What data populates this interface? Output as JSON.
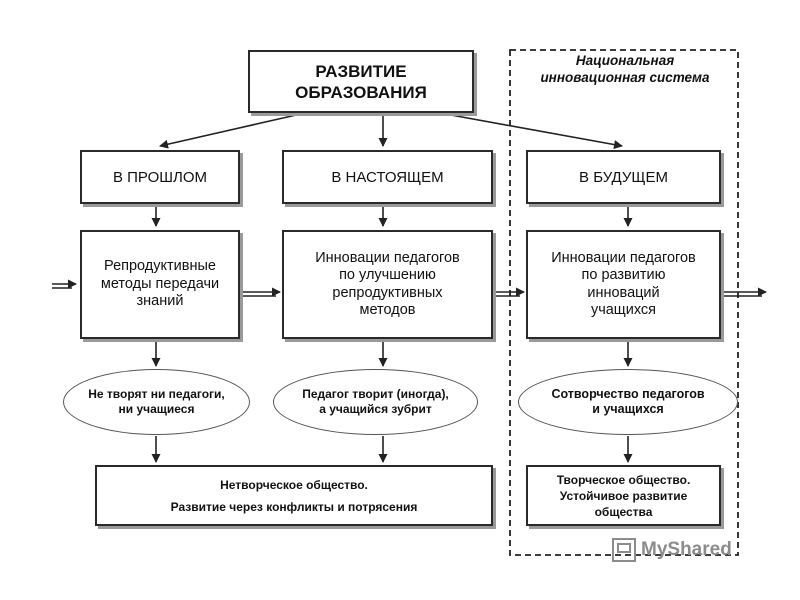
{
  "root": {
    "line1": "РАЗВИТИЕ",
    "line2": "ОБРАЗОВАНИЯ"
  },
  "nis_label": {
    "line1": "Национальная",
    "line2": "инновационная система"
  },
  "headers": {
    "past": "В ПРОШЛОМ",
    "present": "В НАСТОЯЩЕМ",
    "future": "В БУДУЩЕМ"
  },
  "methods": {
    "past": [
      "Репродуктивные",
      "методы передачи",
      "знаний"
    ],
    "present": [
      "Инновации педагогов",
      "по улучшению",
      "репродуктивных",
      "методов"
    ],
    "future": [
      "Инновации педагогов",
      "по развитию",
      "инноваций",
      "учащихся"
    ]
  },
  "ovals": {
    "past": [
      "Не творят ни педагоги,",
      "ни учащиеся"
    ],
    "present": [
      "Педагог творит (иногда),",
      "а учащийся зубрит"
    ],
    "future": [
      "Сотворчество педагогов",
      "и учащихся"
    ]
  },
  "society": {
    "noncreative_line1": "Нетворческое общество.",
    "noncreative_line2": "Развитие через конфликты и потрясения",
    "creative": [
      "Творческое общество.",
      "Устойчивое развитие",
      "общества"
    ]
  },
  "watermark": "MyShared"
}
